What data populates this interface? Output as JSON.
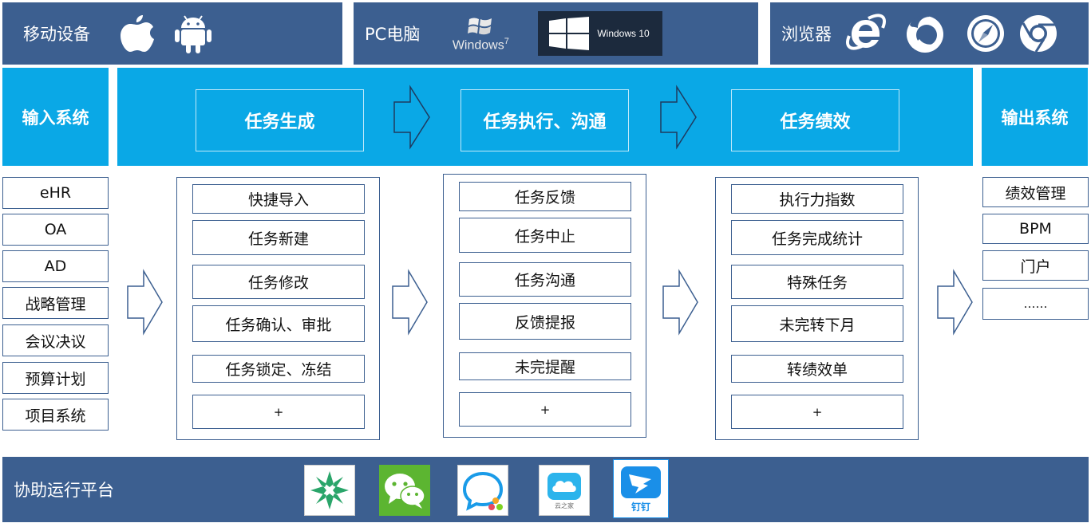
{
  "top": {
    "mobile": {
      "label": "移动设备",
      "icons": [
        "apple-icon",
        "android-icon"
      ]
    },
    "pc": {
      "label": "PC电脑",
      "win7": "Windows",
      "win7_ver": "7",
      "win10": "Windows 10"
    },
    "browser": {
      "label": "浏览器",
      "icons": [
        "ie-icon",
        "firefox-icon",
        "safari-icon",
        "chrome-icon"
      ]
    }
  },
  "band": {
    "input": "输入系统",
    "output": "输出系统",
    "stages": [
      "任务生成",
      "任务执行、沟通",
      "任务绩效"
    ]
  },
  "inputs": [
    "eHR",
    "OA",
    "AD",
    "战略管理",
    "会议决议",
    "预算计划",
    "项目系统"
  ],
  "panels": {
    "gen": [
      "快捷导入",
      "任务新建",
      "任务修改",
      "任务确认、审批",
      "任务锁定、冻结",
      "+"
    ],
    "exec": [
      "任务反馈",
      "任务中止",
      "任务沟通",
      "反馈提报",
      "未完提醒",
      "+"
    ],
    "perf": [
      "执行力指数",
      "任务完成统计",
      "特殊任务",
      "未完转下月",
      "转绩效单",
      "+"
    ]
  },
  "outputs": [
    "绩效管理",
    "BPM",
    "门户",
    "……"
  ],
  "bottom": {
    "label": "协助运行平台",
    "apps": [
      "app-green-star-icon",
      "wechat-icon",
      "qq-chat-icon",
      "yunzhijia-icon",
      "dingtalk-icon"
    ],
    "yunzhijia_caption": "云之家",
    "dingtalk_caption": "钉钉"
  },
  "colors": {
    "navy": "#3c5f90",
    "cyan": "#0aa8e6"
  }
}
